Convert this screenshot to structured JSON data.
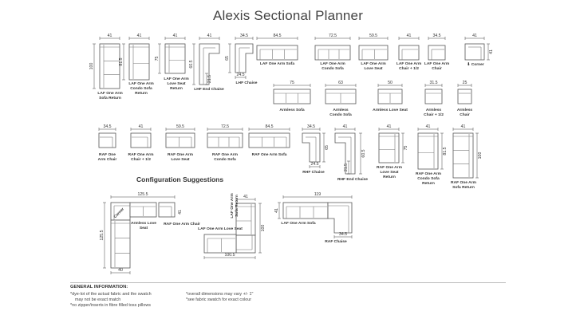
{
  "title": "Alexis Sectional Planner",
  "config_heading": "Configuration Suggestions",
  "info": {
    "heading": "GENERAL INFORMATION:",
    "notes": [
      "*dye-lot of the actual fabric and the swatch",
      "may not be exact match",
      "*no zipper/inserts in fibre filled toss pillows",
      "*overall dimensions may vary +/- 1\"",
      "*see fabric swatch for exact colour"
    ]
  },
  "pieces": [
    {
      "id": "laf-one-arm-sofa-return",
      "label": [
        "LAF One Arm",
        "Sofa Return"
      ],
      "width": "41",
      "depth": "100"
    },
    {
      "id": "laf-one-arm-condo-sofa-return",
      "label": [
        "LAF One Arm",
        "Condo Sofa",
        "Return"
      ],
      "width": "41",
      "depth": "81.5"
    },
    {
      "id": "laf-one-arm-love-seat-return",
      "label": [
        "LAF One Arm",
        "Love Seat",
        "Return"
      ],
      "width": "41",
      "depth": "75"
    },
    {
      "id": "lhf-end-chaise",
      "label": [
        "LHF End Chaise"
      ],
      "width": "41",
      "depth": "60.5",
      "extra": "21.5"
    },
    {
      "id": "lhf-chaise",
      "label": [
        "LHF Chaise"
      ],
      "width": "34.5",
      "depth": "65",
      "extra": "24.5"
    },
    {
      "id": "laf-one-arm-sofa",
      "label": [
        "LAF One Arm Sofa"
      ],
      "width": "84.5"
    },
    {
      "id": "laf-one-arm-condo-sofa",
      "label": [
        "LAF One Arm",
        "Condo Sofa"
      ],
      "width": "72.5"
    },
    {
      "id": "laf-one-arm-love-seat",
      "label": [
        "LAF One Arm",
        "Love Seat"
      ],
      "width": "59.5"
    },
    {
      "id": "laf-one-arm-chair-1-2",
      "label": [
        "LAF One Arm",
        "Chair + 1/2"
      ],
      "width": "41"
    },
    {
      "id": "laf-one-arm-chair",
      "label": [
        "LAF One Arm",
        "Chair"
      ],
      "width": "34.5"
    },
    {
      "id": "corner",
      "label": [
        "Corner"
      ],
      "width": "41",
      "depth": "41"
    },
    {
      "id": "armless-sofa",
      "label": [
        "Armless Sofa"
      ],
      "width": "75"
    },
    {
      "id": "armless-condo-sofa",
      "label": [
        "Armless",
        "Condo Sofa"
      ],
      "width": "63"
    },
    {
      "id": "armless-love-seat",
      "label": [
        "Armless Love Seat"
      ],
      "width": "50"
    },
    {
      "id": "armless-chair-1-2",
      "label": [
        "Armless",
        "Chair + 1/2"
      ],
      "width": "31.5"
    },
    {
      "id": "armless-chair",
      "label": [
        "Armless",
        "Chair"
      ],
      "width": "25"
    },
    {
      "id": "raf-one-arm-chair",
      "label": [
        "RAF One",
        "Arm Chair"
      ],
      "width": "34.5"
    },
    {
      "id": "raf-one-arm-chair-1-2",
      "label": [
        "RAF One Arm",
        "Chair + 1/2"
      ],
      "width": "41"
    },
    {
      "id": "raf-one-arm-love-seat",
      "label": [
        "RAF One Arm",
        "Love Seat"
      ],
      "width": "59.5"
    },
    {
      "id": "raf-one-arm-condo-sofa",
      "label": [
        "RAF One Arm",
        "Condo Sofa"
      ],
      "width": "72.5"
    },
    {
      "id": "raf-one-arm-sofa",
      "label": [
        "RAF One Arm Sofa"
      ],
      "width": "84.5"
    },
    {
      "id": "rhf-chaise",
      "label": [
        "RHF Chaise"
      ],
      "width": "34.5",
      "depth": "65",
      "extra": "24.5"
    },
    {
      "id": "rhf-end-chaise",
      "label": [
        "RHF End Chaise"
      ],
      "width": "41",
      "depth": "60.5",
      "extra": "21.5"
    },
    {
      "id": "raf-one-arm-love-seat-return",
      "label": [
        "RAF One Arm",
        "Love Seat",
        "Return"
      ],
      "width": "41",
      "depth": "75"
    },
    {
      "id": "raf-one-arm-condo-sofa-return",
      "label": [
        "RAF One Arm",
        "Condo Sofa",
        "Return"
      ],
      "width": "41",
      "depth": "81.5"
    },
    {
      "id": "raf-one-arm-sofa-return",
      "label": [
        "RAF One Arm",
        "Sofa Return"
      ],
      "width": "41",
      "depth": "100"
    }
  ],
  "configs": [
    {
      "id": "config-1",
      "width": "125.5",
      "height": "125.5",
      "bottom": "40",
      "labels": [
        "Corner",
        "Armless Love",
        "Seat",
        "RAF One Arm Chair"
      ]
    },
    {
      "id": "config-2",
      "width": "100.5",
      "height": "100",
      "top": "41",
      "labels": [
        "LAF One Arm",
        "Sofa Return",
        "Corner",
        "LAF One Arm Love Seat"
      ]
    },
    {
      "id": "config-3",
      "width": "119",
      "height": "41",
      "chaise": "34.5",
      "labels": [
        "LAF One Arm Sofa",
        "RAF Chaise"
      ]
    }
  ]
}
